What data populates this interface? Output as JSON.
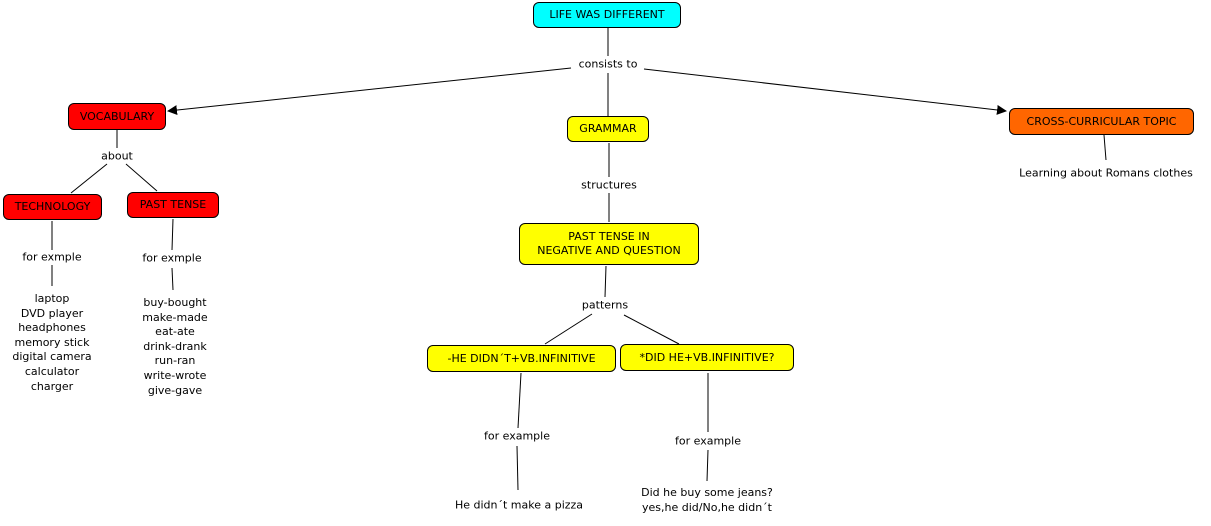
{
  "colors": {
    "root": "#00ffff",
    "vocab": "#ff0000",
    "grammar": "#ffff00",
    "cross": "#ff6600"
  },
  "nodes": {
    "root": "LIFE WAS DIFFERENT",
    "vocabulary": "VOCABULARY",
    "grammar": "GRAMMAR",
    "cross": "CROSS-CURRICULAR TOPIC",
    "technology": "TECHNOLOGY",
    "past_tense": "PAST TENSE",
    "past_neg_q_1": "PAST TENSE IN",
    "past_neg_q_2": "NEGATIVE AND QUESTION",
    "negative": "-HE DIDN´T+VB.INFINITIVE",
    "question": "*DID HE+VB.INFINITIVE?"
  },
  "links": {
    "consists_to": "consists to",
    "about": "about",
    "for_exmple_1": "for exmple",
    "for_exmple_2": "for exmple",
    "structures": "structures",
    "patterns": "patterns",
    "for_example_1": "for example",
    "for_example_2": "for example"
  },
  "leaves": {
    "romans": "Learning about Romans clothes",
    "technology_items": [
      "laptop",
      "DVD player",
      "headphones",
      "memory stick",
      "digital camera",
      "calculator",
      "charger"
    ],
    "verbs": [
      "buy-bought",
      "make-made",
      "eat-ate",
      "drink-drank",
      "run-ran",
      "write-wrote",
      "give-gave"
    ],
    "negative_example": "He didn´t make a pizza",
    "question_example_1": "Did he buy some jeans?",
    "question_example_2": "yes,he did/No,he didn´t"
  }
}
